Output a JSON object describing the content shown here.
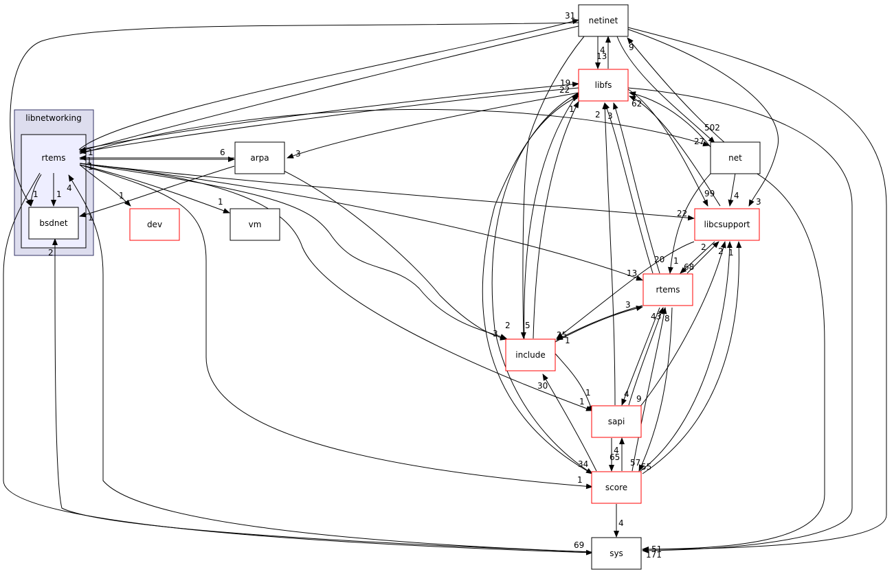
{
  "colors": {
    "cluster_fill": "#DDDDEE",
    "cluster_stroke": "#333366",
    "inner_fill": "#EEEEFF",
    "node_stroke_black": "#000000",
    "node_stroke_red": "#FF0000",
    "edge": "#000000"
  },
  "cluster": {
    "label": "libnetworking"
  },
  "nodes": {
    "netinet": "netinet",
    "libfs": "libfs",
    "rtems_inner": "rtems",
    "bsdnet": "bsdnet",
    "arpa": "arpa",
    "dev": "dev",
    "vm": "vm",
    "net": "net",
    "libcsupport": "libcsupport",
    "rtems_red": "rtems",
    "include": "include",
    "sapi": "sapi",
    "score": "score",
    "sys": "sys"
  },
  "edge_labels": {
    "l31": "31",
    "l4a": "4",
    "l13": "13",
    "l9": "9",
    "l19": "19",
    "l22a": "22",
    "l62": "62",
    "l1a": "1",
    "l2a": "2",
    "l3a": "3",
    "l502": "502",
    "l27": "27",
    "l1b": "1",
    "l1c": "1",
    "l1d": "1",
    "l6": "6",
    "l3b": "3",
    "l1e": "1",
    "l1f": "1",
    "l1g": "1",
    "l1h": "1",
    "l4b": "4",
    "l1i": "1",
    "l99": "99",
    "l4c": "4",
    "l3c": "3",
    "l22b": "22",
    "l2b": "2",
    "l20": "20",
    "l1j": "1",
    "l68": "68",
    "l13b": "13",
    "l3d": "3",
    "l43": "43",
    "l8": "8",
    "l2c": "2",
    "l1k": "1",
    "l25": "25",
    "l1l": "1",
    "l2d": "2",
    "l3e": "3",
    "l5": "5",
    "l1m": "1",
    "l1n": "1",
    "l4d": "4",
    "l9b": "9",
    "l30": "30",
    "l4e": "4",
    "l65": "65",
    "l57": "57",
    "l55": "55",
    "l34": "34",
    "l1o": "1",
    "l4f": "4",
    "l69": "69",
    "l2e": "2",
    "l171": "171",
    "l51": "51"
  }
}
